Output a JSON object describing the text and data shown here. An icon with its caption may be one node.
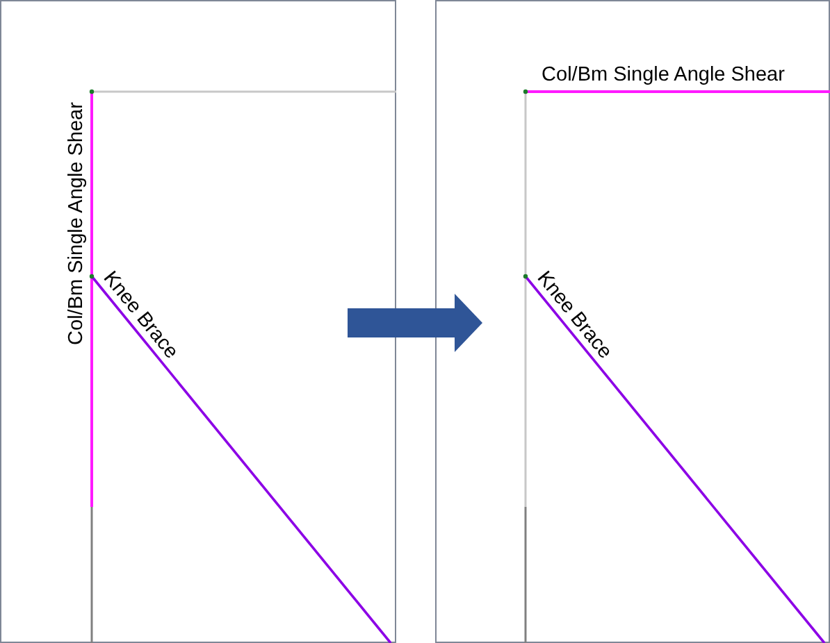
{
  "diagram": {
    "nodes": [
      {
        "text": [],
        "shape": "box"
      },
      {
        "text": [],
        "shape": "box"
      }
    ],
    "edges": [
      {
        "from": 0,
        "to": 1,
        "arrow": "to"
      }
    ],
    "labels": [
      "Col/Bm Single Angle Shear",
      "Knee Brace",
      "Col/Bm Single Angle Shear",
      "Knee Brace"
    ]
  }
}
